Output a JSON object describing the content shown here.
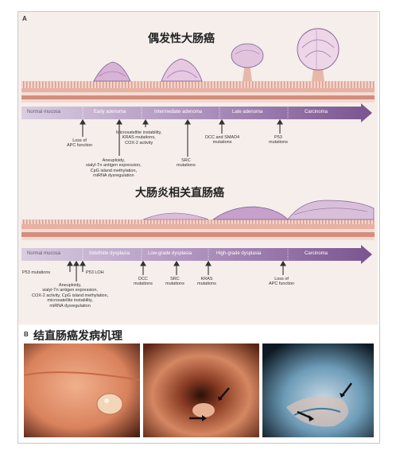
{
  "panel_a": {
    "tag": "A",
    "title_top": "偶发性大肠癌",
    "title_bottom": "大肠炎相关直肠癌",
    "sporadic": {
      "stages": [
        "Normal mucosa",
        "Early adenoma",
        "Intermediate adenoma",
        "Late adenoma",
        "Carcinoma"
      ],
      "events": [
        {
          "label": "Loss of\nAPC function"
        },
        {
          "label": "Aneuploidy,\nsialyl-Tn antigen expression,\nCpG island methylation,\nmiRNA dysregulation"
        },
        {
          "label": "Microsatellite instability,\nKRAS mutations,\nCOX-2 activity"
        },
        {
          "label": "SRC\nmutations"
        },
        {
          "label": "DCC and SMAD4\nmutations"
        },
        {
          "label": "P53\nmutations"
        }
      ]
    },
    "colitis": {
      "stages": [
        "Normal mucosa",
        "Indefinite dysplasia",
        "Low-grade dysplasia",
        "High-grade dysplasia",
        "Carcinoma"
      ],
      "events": [
        {
          "label": "P53 mutations"
        },
        {
          "label": "P53 LOH"
        },
        {
          "label": "Aneuploidy,\nsialyl-Tn antigen expression,\nCOX-2 activity, CpG island methylation,\nmicrosatellite instability,\nmiRNA dysregulation"
        },
        {
          "label": "DCC\nmutations"
        },
        {
          "label": "SRC\nmutations"
        },
        {
          "label": "KRAS\nmutations"
        },
        {
          "label": "Loss of\nAPC function"
        }
      ]
    }
  },
  "panel_b": {
    "tag": "B",
    "title": "结直肠癌发病机理"
  },
  "colors": {
    "arrow_light": "#d7c8df",
    "arrow_dark": "#7e5b93",
    "mucosa": "#e9b9ad",
    "polyp": "#b289b9",
    "stripe": "#c98676"
  }
}
